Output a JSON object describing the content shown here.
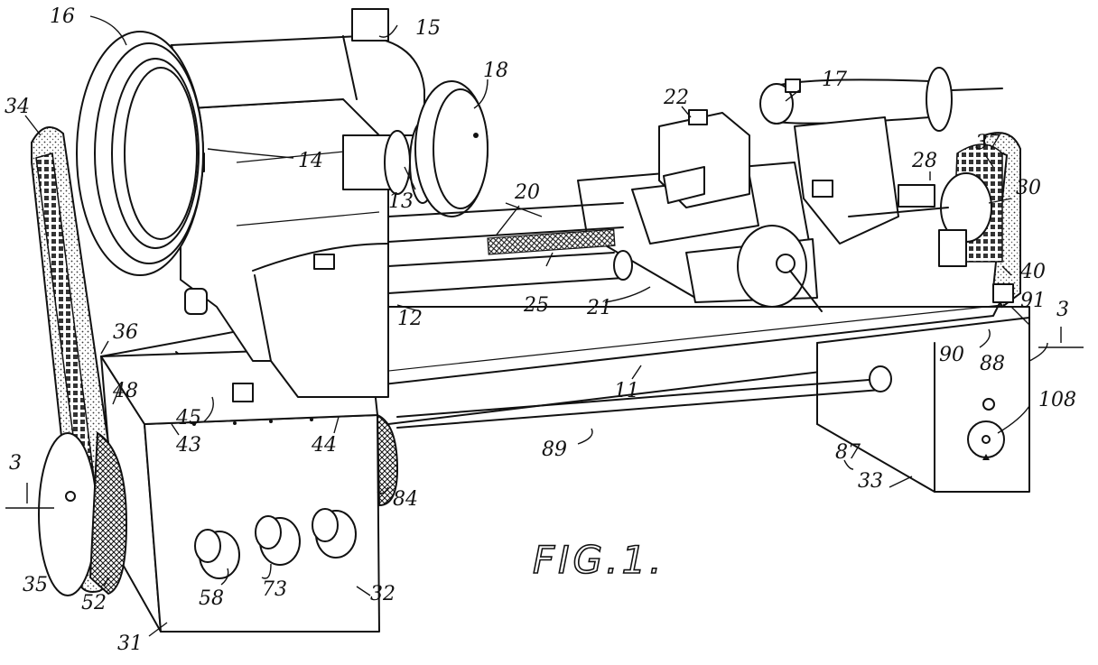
{
  "figure_caption": "FIG.1.",
  "labels": {
    "l3a": "3",
    "l3b": "3",
    "l11": "11",
    "l12": "12",
    "l13": "13",
    "l14": "14",
    "l15": "15",
    "l16": "16",
    "l17": "17",
    "l18": "18",
    "l20": "20",
    "l21": "21",
    "l22": "22",
    "l25": "25",
    "l28": "28",
    "l30": "30",
    "l31": "31",
    "l32": "32",
    "l33": "33",
    "l34": "34",
    "l35": "35",
    "l36": "36",
    "l37": "37",
    "l40": "40",
    "l43": "43",
    "l44": "44",
    "l45": "45",
    "l48": "48",
    "l52": "52",
    "l58": "58",
    "l73": "73",
    "l84": "84",
    "l87": "87",
    "l88": "88",
    "l89": "89",
    "l90": "90",
    "l91": "91",
    "l108": "108"
  }
}
